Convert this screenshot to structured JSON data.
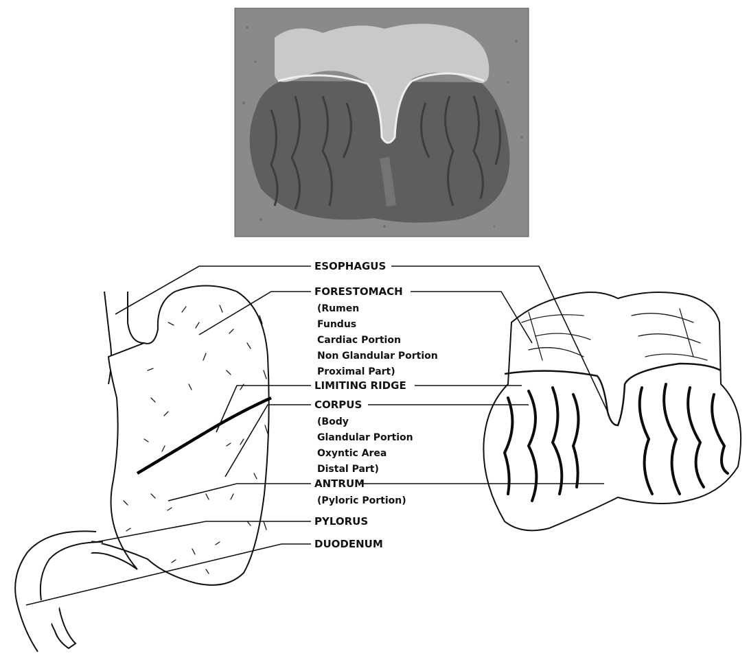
{
  "labels": {
    "esophagus": "ESOPHAGUS",
    "forestomach": "FORESTOMACH",
    "forestomach_details": [
      "(Rumen",
      "Fundus",
      "Cardiac Portion",
      "Non Glandular Portion",
      "Proximal Part)"
    ],
    "limiting_ridge": "LIMITING RIDGE",
    "corpus": "CORPUS",
    "corpus_details": [
      "(Body",
      "Glandular Portion",
      "Oxyntic Area",
      "Distal Part)"
    ],
    "antrum": "ANTRUM",
    "antrum_details": [
      "(Pyloric Portion)"
    ],
    "pylorus": "PYLORUS",
    "duodenum": "DUODENUM"
  },
  "colors": {
    "ink": "#111111",
    "photo_background": "#8a8a8a",
    "photo_forestomach": "#c9c9c9",
    "photo_glandular": "#5e5e5e"
  }
}
